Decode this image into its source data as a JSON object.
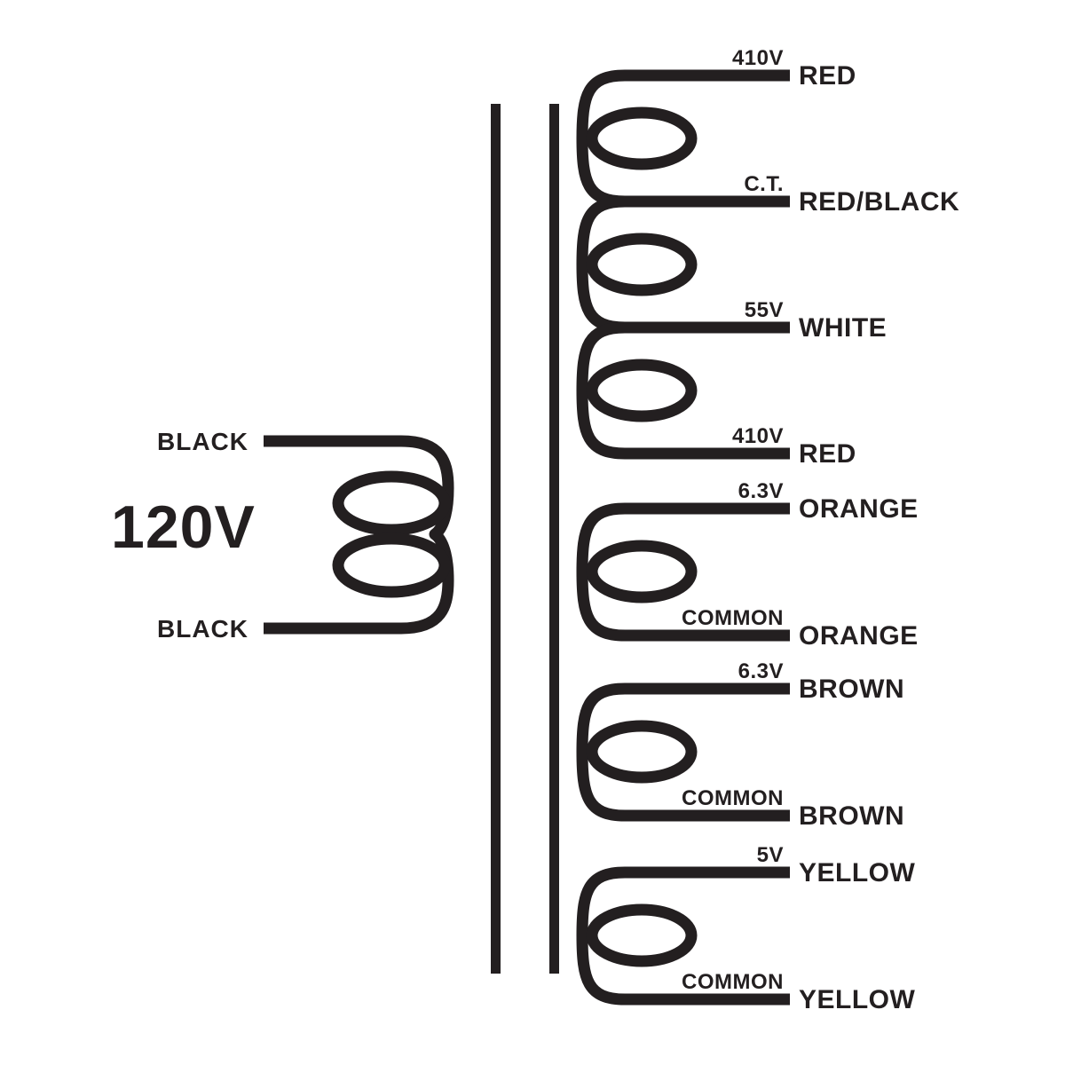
{
  "diagram": {
    "background": "#ffffff",
    "line_color": "#231f20",
    "primary": {
      "voltage": "120V",
      "top_lead": "BLACK",
      "bottom_lead": "BLACK"
    },
    "secondary_windings": [
      {
        "name": "high-voltage-winding",
        "taps": [
          {
            "label": "410V",
            "wire": "RED"
          },
          {
            "label": "C.T.",
            "wire": "RED/BLACK"
          },
          {
            "label": "55V",
            "wire": "WHITE"
          },
          {
            "label": "410V",
            "wire": "RED"
          }
        ]
      },
      {
        "name": "6.3v-winding-orange",
        "taps": [
          {
            "label": "6.3V",
            "wire": "ORANGE"
          },
          {
            "label": "COMMON",
            "wire": "ORANGE"
          }
        ]
      },
      {
        "name": "6.3v-winding-brown",
        "taps": [
          {
            "label": "6.3V",
            "wire": "BROWN"
          },
          {
            "label": "COMMON",
            "wire": "BROWN"
          }
        ]
      },
      {
        "name": "5v-winding-yellow",
        "taps": [
          {
            "label": "5V",
            "wire": "YELLOW"
          },
          {
            "label": "COMMON",
            "wire": "YELLOW"
          }
        ]
      }
    ]
  }
}
